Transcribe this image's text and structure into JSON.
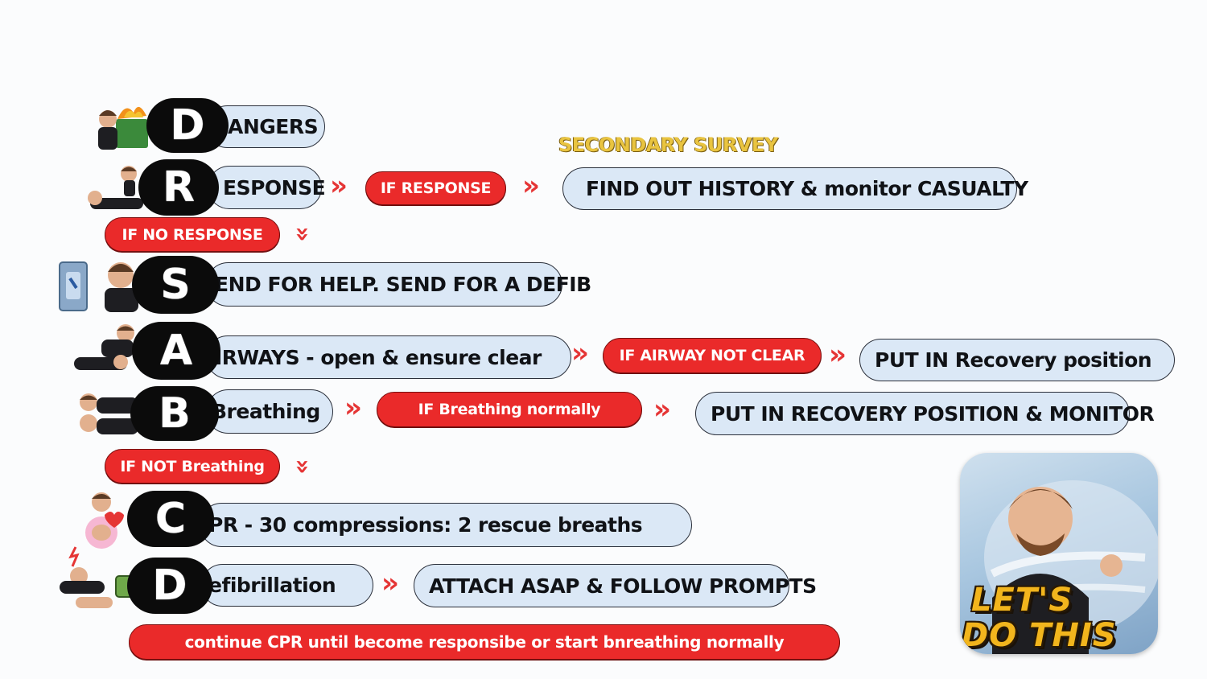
{
  "secondary_survey": "SECONDARY SURVEY",
  "letters": [
    "D",
    "R",
    "S",
    "A",
    "B",
    "C",
    "D"
  ],
  "rows": {
    "dangers": "ANGERS",
    "response": "ESPONSE",
    "send": "END FOR HELP. SEND FOR A DEFIB",
    "airways": "IRWAYS - open & ensure clear",
    "breathing": "Breathing",
    "cpr": "PR - 30 compressions: 2 rescue breaths",
    "defib": "efibrillation"
  },
  "conditions": {
    "if_response": "IF RESPONSE",
    "if_no_response": "IF NO RESPONSE",
    "if_airway_not_clear": "IF AIRWAY NOT CLEAR",
    "if_breathing_normally": "IF Breathing normally",
    "if_not_breathing": "IF NOT Breathing",
    "continue_cpr": "continue CPR until become responsibe or start bnreathing normally"
  },
  "outcomes": {
    "history": "FIND OUT HISTORY & monitor CASUALTY",
    "recovery": "PUT IN Recovery position",
    "recovery_monitor": "PUT IN RECOVERY POSITION & MONITOR",
    "attach": "ATTACH ASAP & FOLLOW PROMPTS"
  },
  "logo": {
    "line1": "LET'S",
    "line2": "DO THIS"
  },
  "icons": {
    "chevron_right": "»",
    "chevron_down": "»"
  },
  "colors": {
    "accent_red": "#ea2a2a",
    "pill_blue": "#dbe8f6",
    "secondary_gold": "#e9c440",
    "logo_gold": "#f2b51d"
  }
}
